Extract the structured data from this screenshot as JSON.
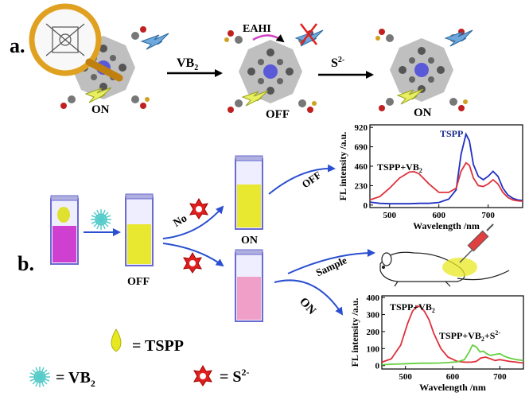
{
  "panel_a": {
    "label": "a.",
    "state_on_1": "ON",
    "arrow1_label": "VB",
    "arrow1_sub": "2",
    "eahi_label": "EAHI",
    "state_off": "OFF",
    "arrow2_label": "S",
    "arrow2_sup": "2-",
    "state_on_2": "ON"
  },
  "panel_b": {
    "label": "b.",
    "off_label": "OFF",
    "no_label": "No",
    "on_label": "ON",
    "off_arrow_label": "OFF",
    "sample_label": "Sample",
    "on_arrow_label": "ON"
  },
  "legend": {
    "tspp": "= TSPP",
    "vb2": "= VB",
    "vb2_sub": "2",
    "s2": "= S",
    "s2_sup": "2-"
  },
  "chart_data": [
    {
      "type": "line",
      "xlabel": "Wavelength /nm",
      "ylabel": "FL intensity /a.u.",
      "xlim": [
        460,
        770
      ],
      "ylim": [
        -30,
        950
      ],
      "xticks": [
        500,
        600,
        700
      ],
      "yticks": [
        0,
        230,
        460,
        690,
        920
      ],
      "annotations": [
        {
          "text": "TSPP",
          "color": "#1a2a8a"
        },
        {
          "text": "TSPP+VB",
          "sub": "2",
          "color": "#000000"
        }
      ],
      "series": [
        {
          "color": "#2030c0",
          "x": [
            460,
            480,
            500,
            520,
            540,
            560,
            580,
            600,
            620,
            635,
            645,
            655,
            662,
            670,
            680,
            690,
            700,
            710,
            720,
            730,
            740,
            750,
            760,
            770
          ],
          "y": [
            35,
            20,
            15,
            15,
            15,
            20,
            20,
            30,
            70,
            180,
            600,
            840,
            760,
            480,
            340,
            300,
            340,
            400,
            340,
            200,
            120,
            80,
            60,
            55
          ]
        },
        {
          "color": "#e0303a",
          "x": [
            460,
            480,
            500,
            520,
            540,
            550,
            560,
            580,
            600,
            620,
            635,
            645,
            655,
            662,
            670,
            680,
            690,
            700,
            710,
            720,
            730,
            740,
            750,
            760,
            770
          ],
          "y": [
            60,
            100,
            200,
            320,
            390,
            395,
            370,
            250,
            150,
            150,
            200,
            400,
            500,
            470,
            320,
            230,
            220,
            250,
            300,
            250,
            150,
            90,
            60,
            50,
            45
          ]
        }
      ]
    },
    {
      "type": "line",
      "xlabel": "Wavelength /nm",
      "ylabel": "FL intensity /a.u.",
      "xlim": [
        450,
        750
      ],
      "ylim": [
        -20,
        410
      ],
      "xticks": [
        500,
        600,
        700
      ],
      "yticks": [
        0,
        100,
        200,
        300,
        400
      ],
      "annotations": [
        {
          "text": "TSPP+VB",
          "sub": "2",
          "color": "#000000"
        },
        {
          "text": "TSPP+VB",
          "sub": "2",
          "suffix": "+S",
          "sup": "2-",
          "color": "#000000"
        }
      ],
      "series": [
        {
          "color": "#e0303a",
          "x": [
            450,
            470,
            490,
            505,
            515,
            525,
            532,
            540,
            550,
            560,
            575,
            590,
            610,
            625,
            640,
            650,
            660,
            670,
            680,
            690,
            700,
            710,
            720,
            735,
            750
          ],
          "y": [
            20,
            40,
            120,
            250,
            320,
            350,
            345,
            320,
            270,
            190,
            100,
            50,
            25,
            20,
            20,
            25,
            45,
            50,
            40,
            30,
            35,
            30,
            25,
            20,
            15
          ]
        },
        {
          "color": "#66d040",
          "x": [
            450,
            470,
            490,
            510,
            530,
            550,
            570,
            590,
            610,
            625,
            635,
            642,
            650,
            658,
            665,
            672,
            680,
            690,
            700,
            710,
            720,
            735,
            750
          ],
          "y": [
            5,
            8,
            10,
            12,
            14,
            14,
            15,
            18,
            22,
            35,
            80,
            120,
            110,
            80,
            85,
            70,
            60,
            65,
            70,
            55,
            45,
            35,
            30
          ]
        }
      ]
    }
  ]
}
